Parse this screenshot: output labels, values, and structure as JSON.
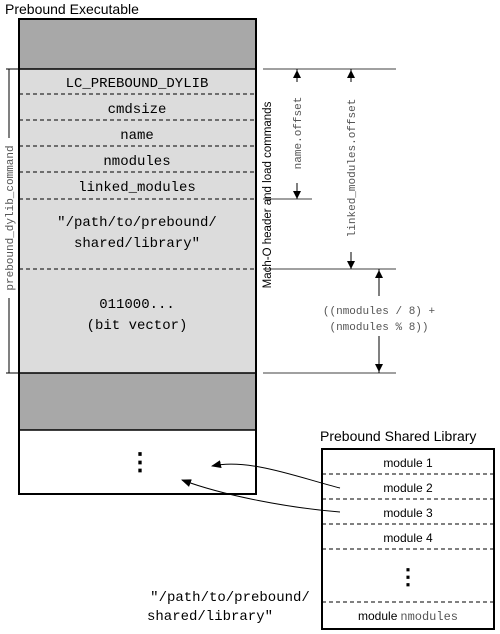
{
  "left_title": "Prebound Executable",
  "right_title": "Prebound Shared Library",
  "fields": {
    "lc": "LC_PREBOUND_DYLIB",
    "cmdsize": "cmdsize",
    "name": "name",
    "nmodules": "nmodules",
    "linked_modules": "linked_modules",
    "path_line1": "\"/path/to/prebound/",
    "path_line2": "shared/library\"",
    "bits_line1": "011000...",
    "bits_line2": "(bit vector)"
  },
  "ellipsis": "⋮",
  "left_brace_label": "prebound_dylib_command",
  "vertical_label": "Mach-O header and load commands",
  "name_offset_label": "name.offset",
  "linked_offset_label": "linked_modules.offset",
  "size_formula_line1": "((nmodules / 8) +",
  "size_formula_line2": "(nmodules % 8))",
  "modules": [
    "module 1",
    "module 2",
    "module 3",
    "module 4"
  ],
  "last_module_prefix": "module",
  "last_module_suffix": "nmodules",
  "library_path_line1": "\"/path/to/prebound/",
  "library_path_line2": "shared/library\"",
  "colors": {
    "dark_gray": "#a8a8a8",
    "light_gray": "#dcdcdc",
    "border": "#000000",
    "annotation_text": "#555555"
  }
}
